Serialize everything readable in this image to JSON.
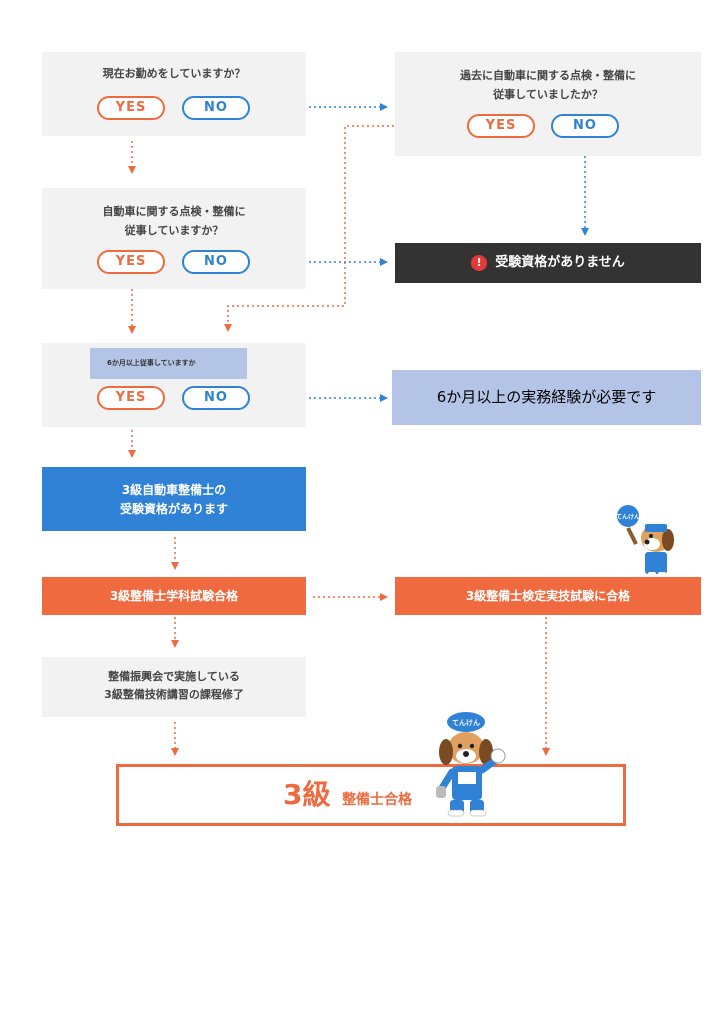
{
  "q1": {
    "question": "現在お勤めをしていますか？",
    "yes": "YES",
    "no": "NO"
  },
  "q2": {
    "question_line1": "過去に自動車に関する点検・整備に",
    "question_line2": "従事していましたか？",
    "yes": "YES",
    "no": "NO"
  },
  "q3": {
    "question_line1": "自動車に関する点検・整備に",
    "question_line2": "従事していますか？",
    "yes": "YES",
    "no": "NO"
  },
  "q4": {
    "question": "6か月以上従事していますか",
    "yes": "YES",
    "no": "NO"
  },
  "no_eligibility": {
    "icon": "exclamation-circle-icon",
    "text": "受験資格がありません"
  },
  "experience_required": {
    "text": "6か月以上の実務経験が必要です"
  },
  "eligible": {
    "line1": "3級自動車整備士の",
    "line2": "受験資格があります"
  },
  "written_exam": {
    "text": "3級整備士学科試験合格"
  },
  "practical_exam": {
    "text": "3級整備士検定実技試験に合格"
  },
  "course": {
    "line1": "整備振興会で実施している",
    "line2": "3級整備技術講習の課程修了"
  },
  "final": {
    "grade": "3級",
    "label": "整備士合格"
  },
  "mascot": {
    "cap_text": "てんけん"
  },
  "colors": {
    "orange": "#ef6a3f",
    "blue": "#2f82d6",
    "dark": "#333333",
    "light_blue": "#b3c4e6",
    "gray": "#f2f2f2"
  }
}
